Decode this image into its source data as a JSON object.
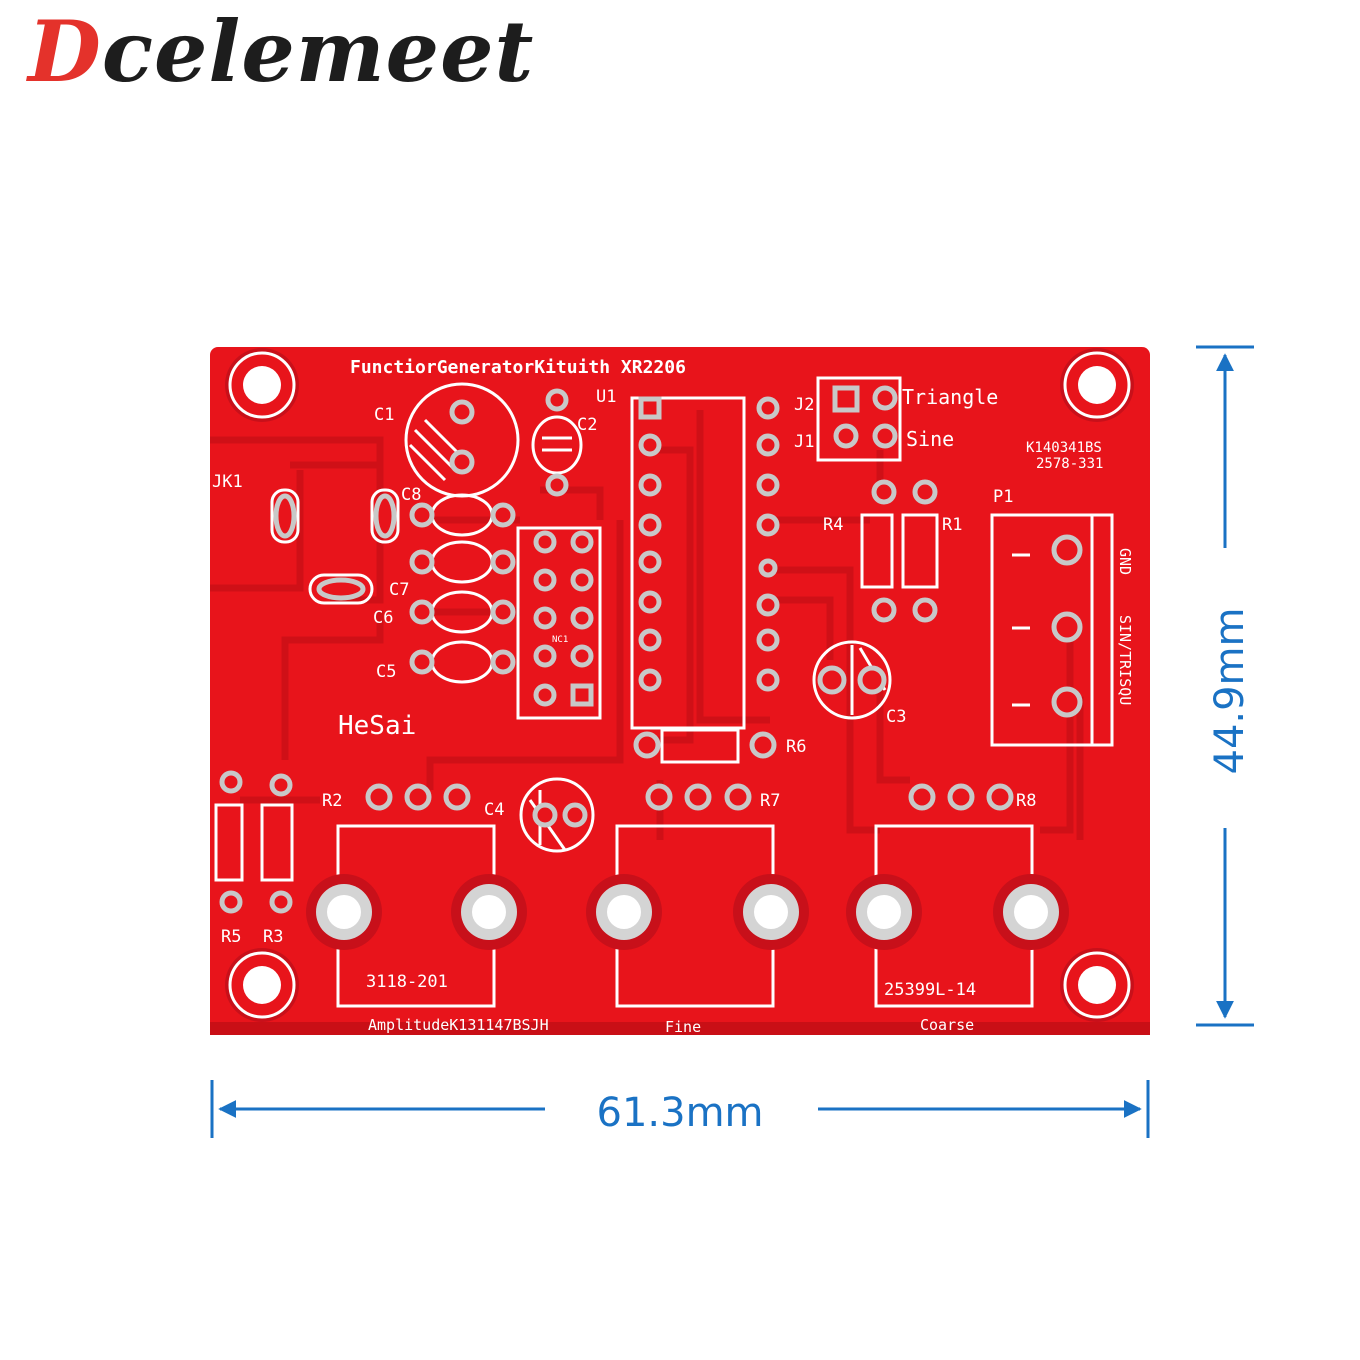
{
  "brand": {
    "first_letter": "D",
    "rest": "celemeet"
  },
  "dimensions": {
    "width_label": "61.3mm",
    "height_label": "44.9mm"
  },
  "colors": {
    "board": "#e8141b",
    "trace": "#d00f16",
    "silk": "#ffffff",
    "pad": "#c8c8c8",
    "dimension": "#1a72c4"
  },
  "board_labels": {
    "title": "FunctiorGeneratorKituith XR2206",
    "c1": "C1",
    "c2": "C2",
    "c3": "C3",
    "c4": "C4",
    "c5": "C5",
    "c6": "C6",
    "c7": "C7",
    "c8": "C8",
    "u1": "U1",
    "j1": "J1",
    "j2": "J2",
    "jk1": "JK1",
    "p1": "P1",
    "r1": "R1",
    "r2": "R2",
    "r3": "R3",
    "r4": "R4",
    "r5": "R5",
    "r6": "R6",
    "r7": "R7",
    "r8": "R8",
    "triangle": "Triangle",
    "sine": "Sine",
    "code_line1": "K140341BS",
    "code_line2": "2578-331",
    "gnd": "GND",
    "sin_tri_squ": "SIN/TRISQU",
    "nc1": "NC1",
    "hesai": "HeSai",
    "pot1_part": "3118-201",
    "pot3_part": "25399L-14",
    "amplitude": "AmplitudeK131147BSJH",
    "fine": "Fine",
    "coarse": "Coarse"
  }
}
